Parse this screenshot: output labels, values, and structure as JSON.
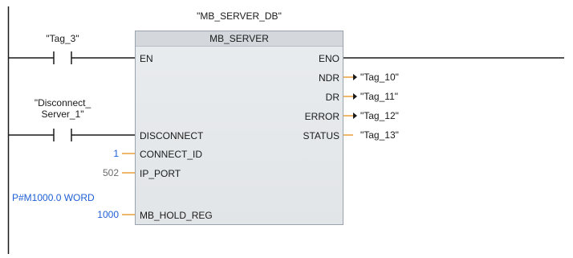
{
  "instance_db": "\"MB_SERVER_DB\"",
  "block": {
    "name": "MB_SERVER",
    "inputs": [
      "EN",
      "DISCONNECT",
      "CONNECT_ID",
      "IP_PORT",
      "MB_HOLD_REG"
    ],
    "outputs": [
      "ENO",
      "NDR",
      "DR",
      "ERROR",
      "STATUS"
    ]
  },
  "contacts": {
    "tag3": "\"Tag_3\"",
    "disconnect_line1": "\"Disconnect_",
    "disconnect_line2": "Server_1\""
  },
  "input_values": {
    "connect_id": "1",
    "ip_port": "502",
    "mb_hold_reg_pointer": "P#M1000.0 WORD",
    "mb_hold_reg_length": "1000"
  },
  "output_tags": {
    "ndr": "\"Tag_10\"",
    "dr": "\"Tag_11\"",
    "error": "\"Tag_12\"",
    "status": "\"Tag_13\""
  },
  "colors": {
    "wire": "#1a1a1a",
    "pin_line": "#e8a13a",
    "value_blue": "#1f5fd6",
    "block_fill": "#e6e9ec"
  }
}
